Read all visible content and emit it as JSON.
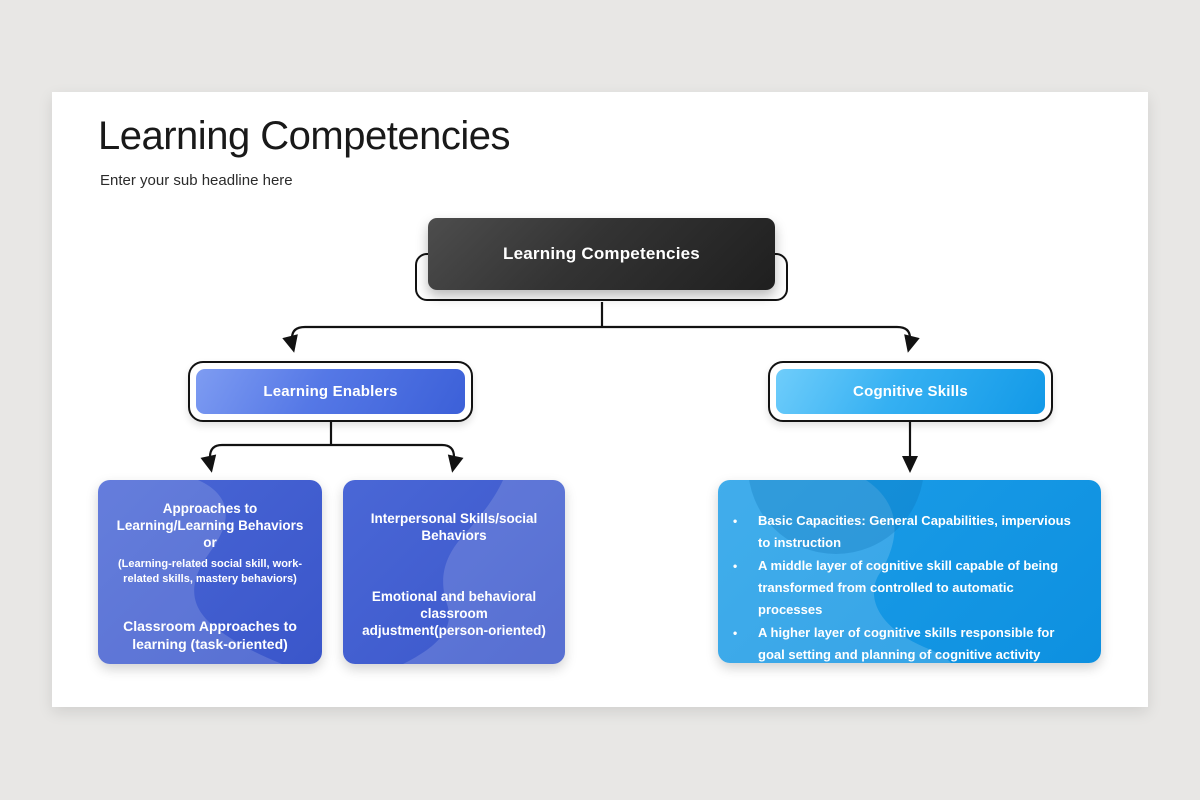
{
  "slide": {
    "title": "Learning Competencies",
    "subtitle": "Enter your sub headline here"
  },
  "diagram": {
    "root_label": "Learning Competencies",
    "branch_left_label": "Learning Enablers",
    "branch_right_label": "Cognitive Skills",
    "leaf_left": {
      "title_lines": [
        "Approaches to",
        "Learning/Learning Behaviors",
        "or"
      ],
      "subtitle_lines": [
        "(Learning-related social skill, work-",
        "related skills, mastery behaviors)"
      ],
      "footer_lines": [
        "Classroom Approaches to",
        "learning (task-oriented)"
      ]
    },
    "leaf_middle": {
      "title_lines": [
        "Interpersonal Skills/social",
        "Behaviors"
      ],
      "body_lines": [
        "Emotional and behavioral",
        "classroom",
        "adjustment(person-oriented)"
      ]
    },
    "leaf_right": {
      "bullets": [
        "Basic Capacities: General Capabilities, impervious to instruction",
        "A middle layer of cognitive skill capable of being transformed from controlled to automatic processes",
        "A higher layer of cognitive skills responsible for goal setting and planning of cognitive activity"
      ]
    }
  },
  "colors": {
    "canvas_background": "#e8e7e5",
    "slide_background": "#ffffff",
    "root_box_dark": "#2a2a2a",
    "branch_left_blue": "#3d60d8",
    "branch_right_cyan": "#159ae7",
    "leaf_royal_blue": "#3b57cc",
    "leaf_sky_blue": "#0f93e2",
    "connector_black": "#121212",
    "text_white": "#ffffff"
  }
}
